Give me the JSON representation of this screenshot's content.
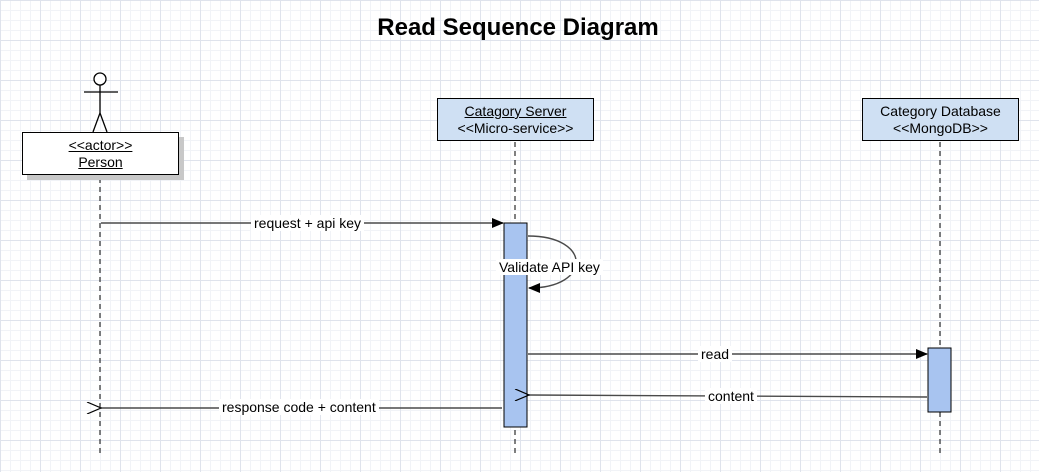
{
  "title": "Read Sequence Diagram",
  "participants": {
    "person": {
      "stereotype": "<<actor>>",
      "name": "Person"
    },
    "server": {
      "name": "Catagory Server",
      "stereotype": "<<Micro-service>>"
    },
    "database": {
      "name": "Category Database",
      "stereotype": "<<MongoDB>>"
    }
  },
  "messages": {
    "request": "request + api key",
    "validate": "Validate API key",
    "read": "read",
    "content": "content",
    "response": "response code + content"
  },
  "colors": {
    "participant_fill": "#cfe0f3",
    "activation_fill": "#a8c4f0",
    "line": "#000000"
  }
}
